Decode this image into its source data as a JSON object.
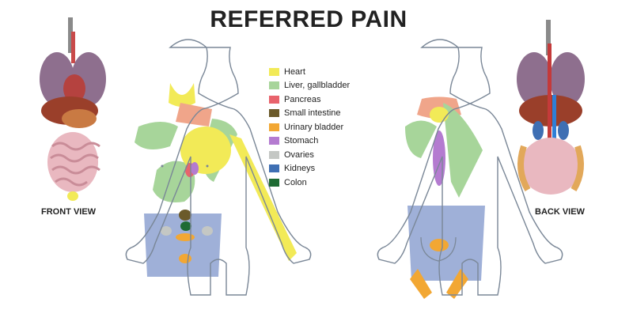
{
  "title": "REFERRED PAIN",
  "views": {
    "front": "FRONT VIEW",
    "back": "BACK VIEW"
  },
  "legend": [
    {
      "label": "Heart",
      "color": "#f2ea57"
    },
    {
      "label": "Liver, gallbladder",
      "color": "#a7d59a"
    },
    {
      "label": "Pancreas",
      "color": "#e8636c"
    },
    {
      "label": "Small intestine",
      "color": "#6b5a2a"
    },
    {
      "label": "Urinary bladder",
      "color": "#f2a733"
    },
    {
      "label": "Stomach",
      "color": "#b47bd0"
    },
    {
      "label": "Ovaries",
      "color": "#c4c7c4"
    },
    {
      "label": "Kidneys",
      "color": "#3f6fb3"
    },
    {
      "label": "Colon",
      "color": "#1e6b34"
    }
  ],
  "zone_colors": {
    "abdomen": "#9fb0d8",
    "shoulder": "#f0a58a",
    "outline": "#7a8797"
  }
}
